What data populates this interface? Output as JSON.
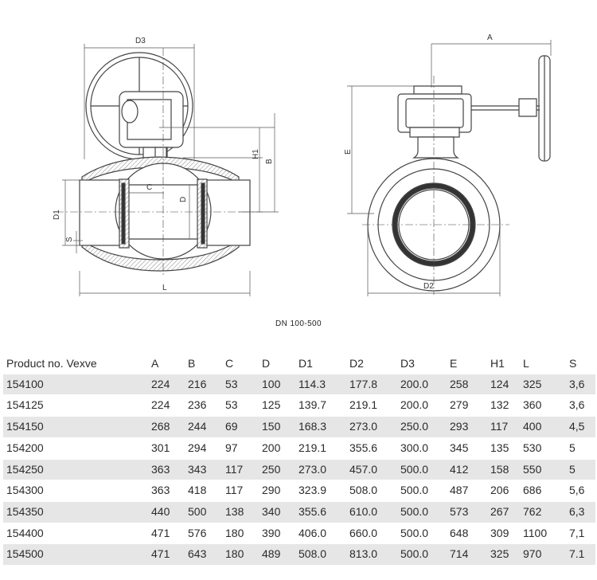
{
  "drawing": {
    "title": "DN 100-500",
    "labels": {
      "D3": "D3",
      "A": "A",
      "B": "B",
      "H1": "H1",
      "C": "C",
      "D": "D",
      "D1": "D1",
      "S": "S",
      "L": "L",
      "E": "E",
      "D2": "D2"
    }
  },
  "table": {
    "headers": [
      "Product no. Vexve",
      "A",
      "B",
      "C",
      "D",
      "D1",
      "D2",
      "D3",
      "E",
      "H1",
      "L",
      "S"
    ],
    "rows": [
      [
        "154100",
        "224",
        "216",
        "53",
        "100",
        "114.3",
        "177.8",
        "200.0",
        "258",
        "124",
        "325",
        "3,6"
      ],
      [
        "154125",
        "224",
        "236",
        "53",
        "125",
        "139.7",
        "219.1",
        "200.0",
        "279",
        "132",
        "360",
        "3,6"
      ],
      [
        "154150",
        "268",
        "244",
        "69",
        "150",
        "168.3",
        "273.0",
        "250.0",
        "293",
        "117",
        "400",
        "4,5"
      ],
      [
        "154200",
        "301",
        "294",
        "97",
        "200",
        "219.1",
        "355.6",
        "300.0",
        "345",
        "135",
        "530",
        "5"
      ],
      [
        "154250",
        "363",
        "343",
        "117",
        "250",
        "273.0",
        "457.0",
        "500.0",
        "412",
        "158",
        "550",
        "5"
      ],
      [
        "154300",
        "363",
        "418",
        "117",
        "290",
        "323.9",
        "508.0",
        "500.0",
        "487",
        "206",
        "686",
        "5,6"
      ],
      [
        "154350",
        "440",
        "500",
        "138",
        "340",
        "355.6",
        "610.0",
        "500.0",
        "573",
        "267",
        "762",
        "6,3"
      ],
      [
        "154400",
        "471",
        "576",
        "180",
        "390",
        "406.0",
        "660.0",
        "500.0",
        "648",
        "309",
        "1100",
        "7,1"
      ],
      [
        "154500",
        "471",
        "643",
        "180",
        "489",
        "508.0",
        "813.0",
        "500.0",
        "714",
        "325",
        "970",
        "7.1"
      ]
    ]
  }
}
